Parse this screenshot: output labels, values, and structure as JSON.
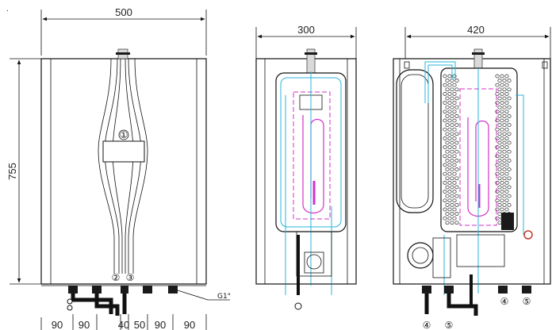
{
  "views": {
    "front": {
      "width_dim": "500",
      "height_dim": "755",
      "bottom_dims": [
        "90",
        "90",
        "40",
        "50",
        "90",
        "90"
      ],
      "connection_label": "G1\"",
      "markers": [
        "①",
        "②",
        "③"
      ]
    },
    "side": {
      "width_dim": "300"
    },
    "internal": {
      "width_dim": "420",
      "markers": [
        "④",
        "⑤",
        "④",
        "⑤"
      ]
    }
  },
  "colors": {
    "line": "#111111",
    "cyan": "#28b4d8",
    "magenta": "#d230c8",
    "fill_dark": "#1a1a1a"
  }
}
